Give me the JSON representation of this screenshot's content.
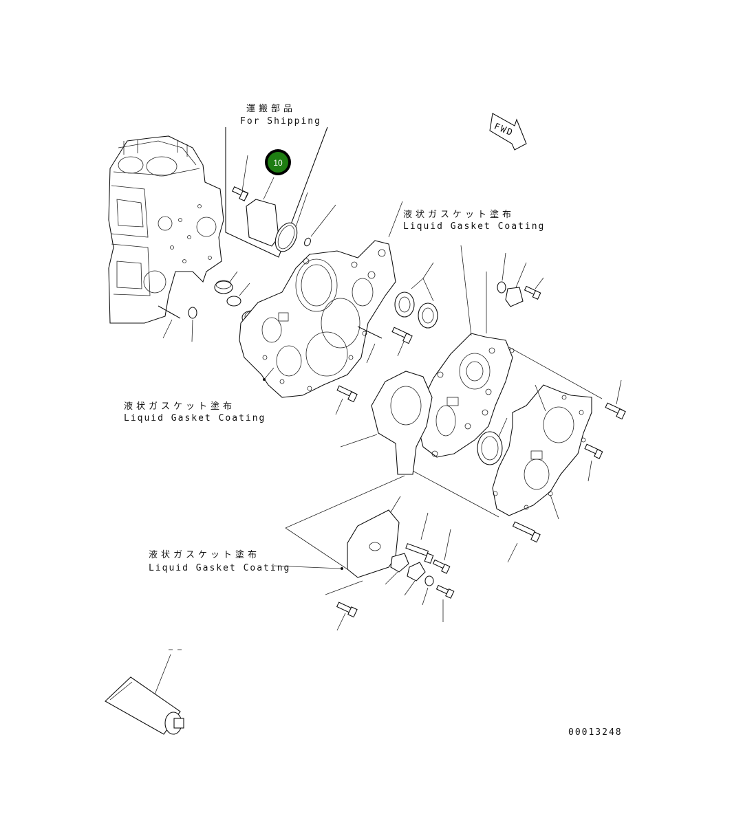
{
  "labels": {
    "shipping_jp": "運搬部品",
    "shipping_en": "For Shipping",
    "gasket_jp": "液状ガスケット塗布",
    "gasket_en": "Liquid Gasket Coating",
    "fwd": "FWD",
    "drawing_number": "00013248"
  },
  "callout": {
    "number": "10",
    "color": "#1e7d12"
  }
}
